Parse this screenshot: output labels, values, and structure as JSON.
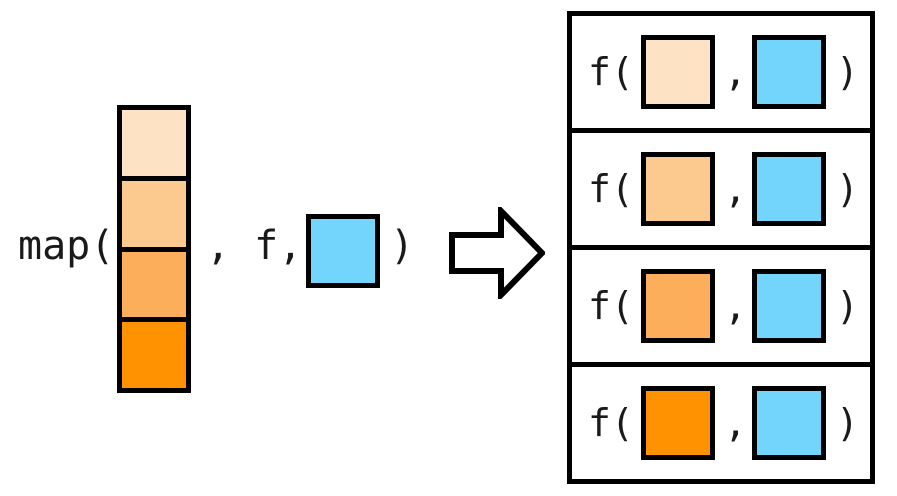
{
  "diagram": {
    "title": "map(collection, f, value) expansion",
    "colors": {
      "outline": "#000000",
      "background": "#ffffff",
      "blue": "#73D5FC",
      "orange_1": "#FDE3C3",
      "orange_2": "#FCCA8E",
      "orange_3": "#FCAE5B",
      "orange_4": "#FF9200"
    }
  },
  "left_expression": {
    "label": "map(",
    "separator": ", f,",
    "close": ")",
    "column": {
      "cells": [
        {
          "name": "element-1",
          "color": "#FDE3C3"
        },
        {
          "name": "element-2",
          "color": "#FCCA8E"
        },
        {
          "name": "element-3",
          "color": "#FCAE5B"
        },
        {
          "name": "element-4",
          "color": "#FF9200"
        }
      ]
    },
    "argument_square": {
      "name": "value",
      "color": "#73D5FC"
    }
  },
  "arrow": {
    "icon": "thick-right-arrow-icon",
    "direction": "right"
  },
  "right_panel": {
    "rows": [
      {
        "fopen": "f(",
        "comma": ",",
        "close": ")",
        "orange": "#FDE3C3",
        "blue": "#73D5FC"
      },
      {
        "fopen": "f(",
        "comma": ",",
        "close": ")",
        "orange": "#FCCA8E",
        "blue": "#73D5FC"
      },
      {
        "fopen": "f(",
        "comma": ",",
        "close": ")",
        "orange": "#FCAE5B",
        "blue": "#73D5FC"
      },
      {
        "fopen": "f(",
        "comma": ",",
        "close": ")",
        "orange": "#FF9200",
        "blue": "#73D5FC"
      }
    ]
  }
}
